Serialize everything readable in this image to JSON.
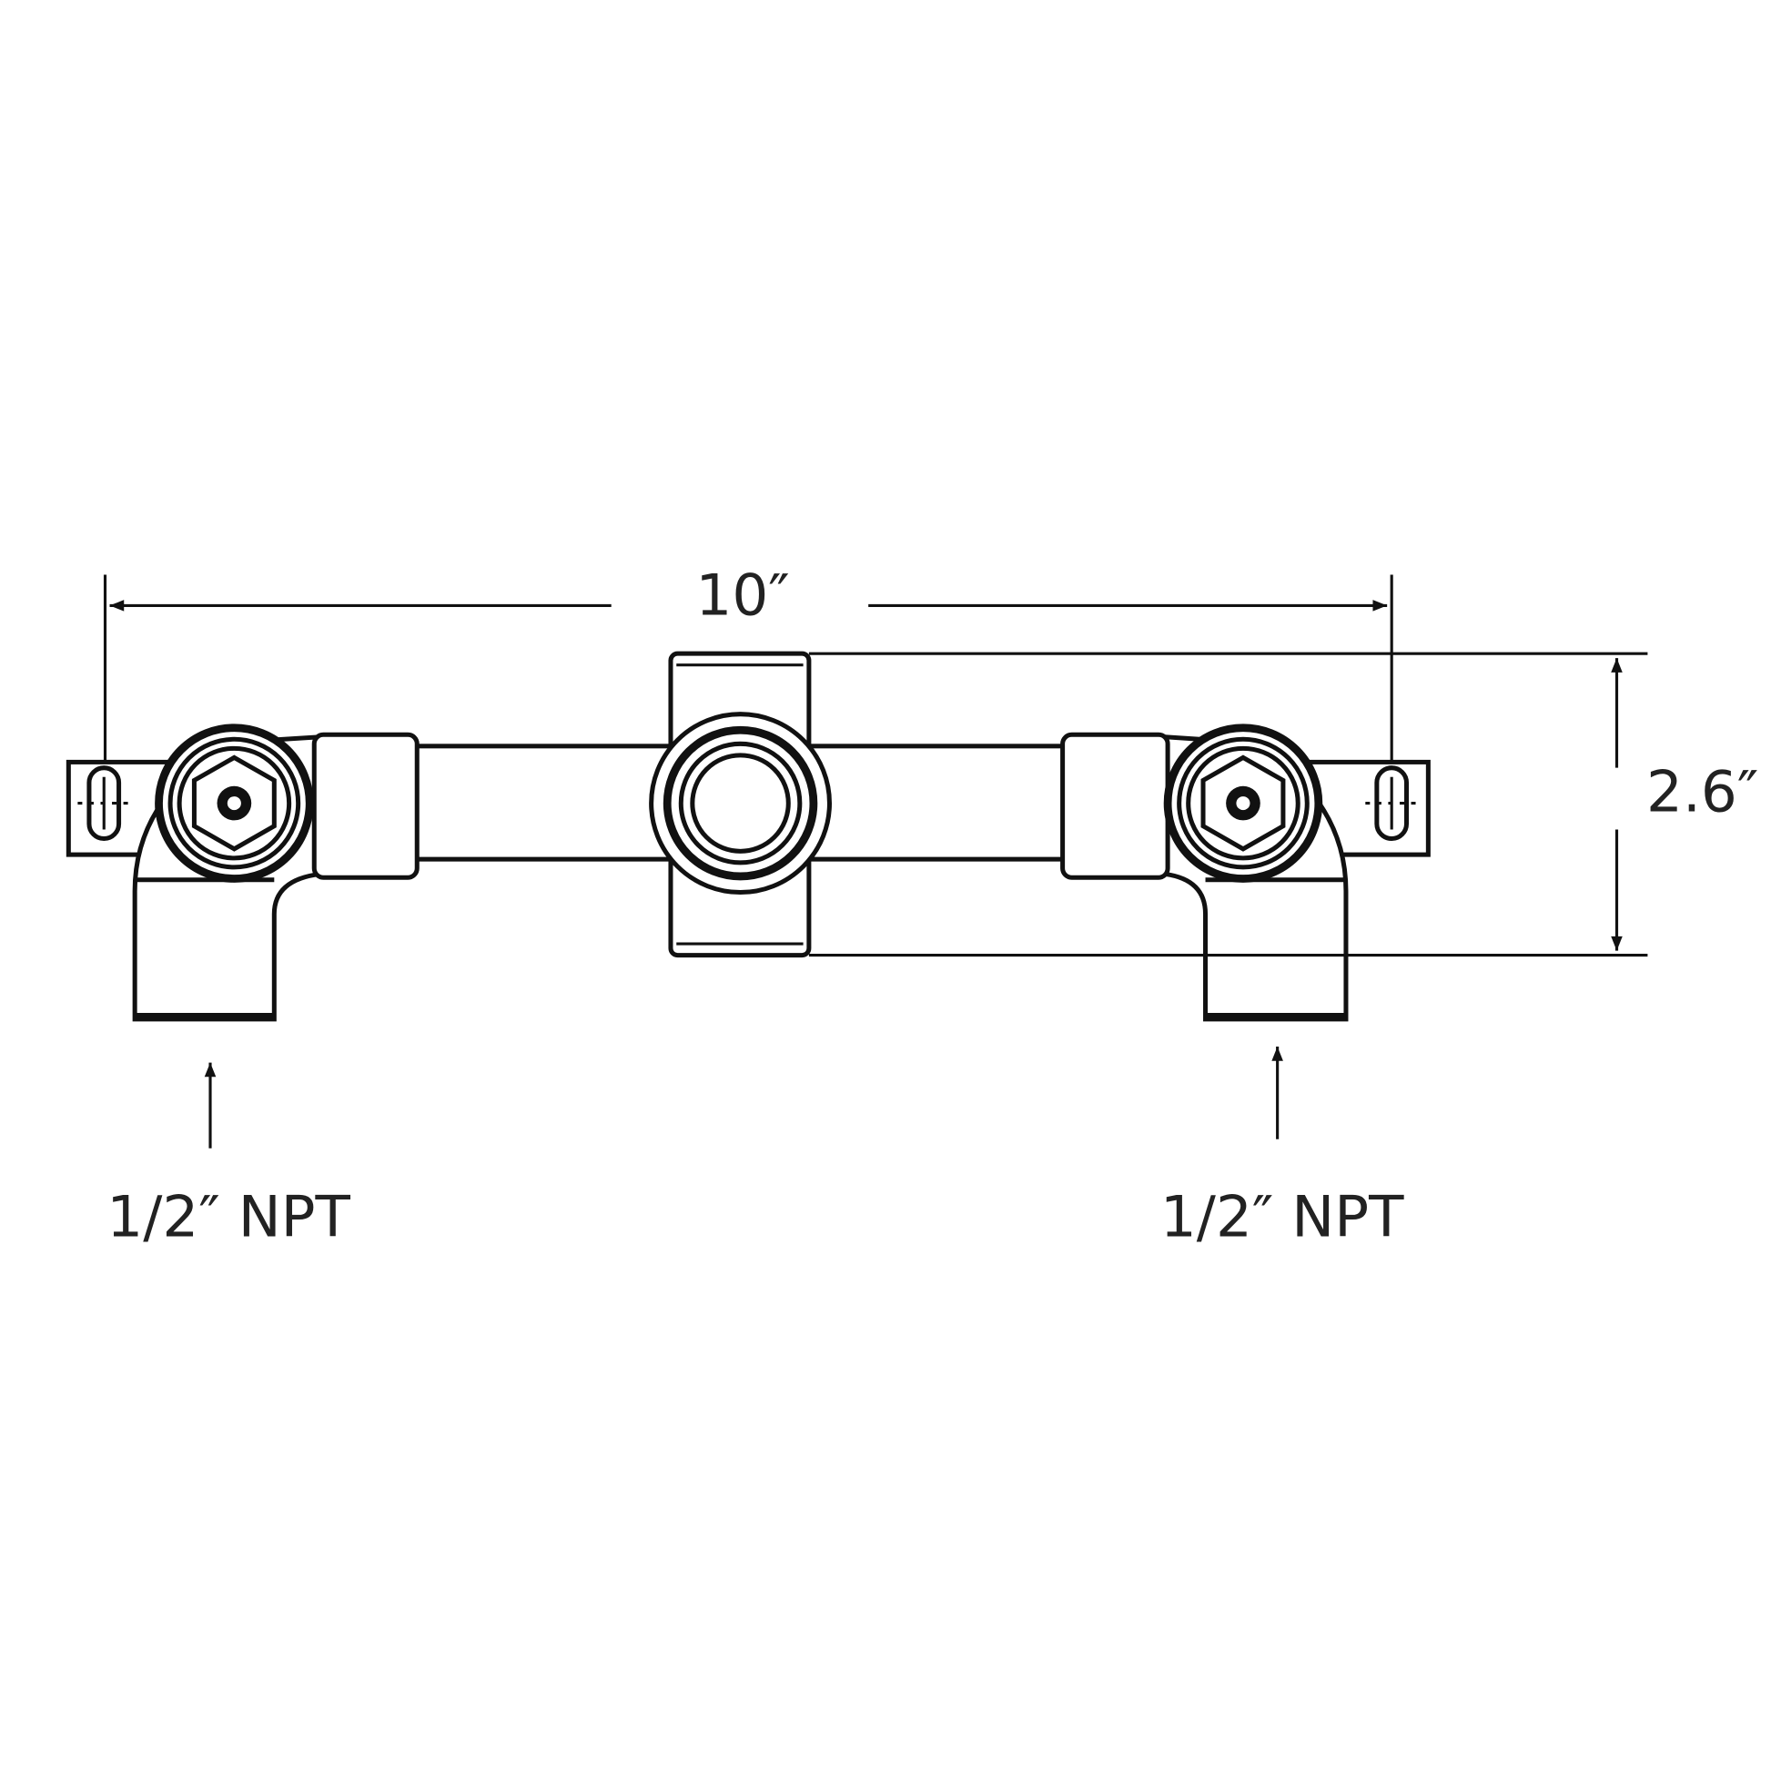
{
  "diagram": {
    "width_dimension": "10″",
    "height_dimension": "2.6″",
    "left_inlet_label": "1/2″ NPT",
    "right_inlet_label": "1/2″ NPT",
    "line_color": "#111111"
  }
}
